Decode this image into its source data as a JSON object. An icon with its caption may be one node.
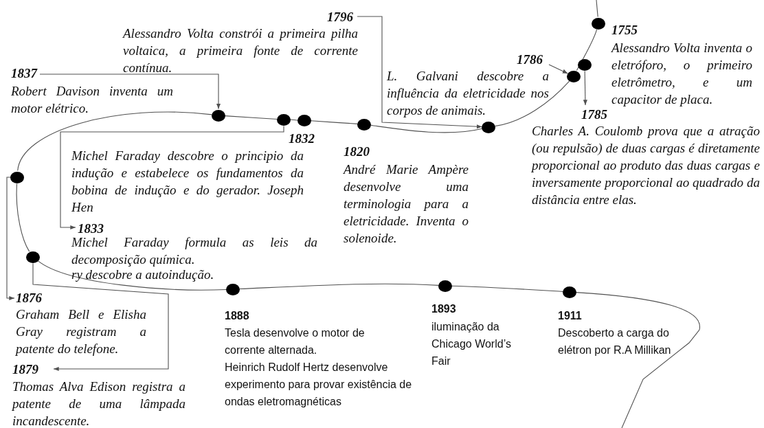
{
  "diagram": {
    "nodes": [
      {
        "text": [],
        "shape": "circle"
      },
      {
        "text": [
          "1755",
          "Alessandro Volta inventa o eletróforo, o primeiro eletrômetro, e um capacitor de placa."
        ]
      },
      {
        "text": [],
        "shape": "circle"
      },
      {
        "text": [
          "1785",
          "Charles A. Coulomb prova que a atração (ou repulsão) de duas cargas é diretamente proporcional ao produto das duas cargas e inversamente proporcional ao quadrado da distância entre elas."
        ]
      },
      {
        "text": [],
        "shape": "circle"
      },
      {
        "text": [
          "1786"
        ]
      },
      {
        "text": [],
        "shape": "circle"
      },
      {
        "text": [
          "1796"
        ]
      },
      {
        "text": [],
        "shape": "circle"
      },
      {
        "text": [
          "1820",
          "André Marie Ampère desenvolve uma terminologia para a eletricidade. Inventa o solenoide."
        ]
      },
      {
        "text": [],
        "shape": "circle"
      },
      {
        "text": [
          "1832",
          "Michel Faraday descobre o principio da indução e estabelece os fundamentos da bobina de indução e do gerador. Joseph Hen"
        ]
      },
      {
        "text": [],
        "shape": "circle"
      },
      {
        "text": [
          "1833",
          "Michel Faraday formula as leis da decomposição química.",
          "ry descobre a autoindução."
        ]
      },
      {
        "text": [],
        "shape": "circle"
      },
      {
        "text": [
          "Alessandro Volta constrói a primeira pilha voltaica, a primeira fonte de corrente contínua."
        ]
      },
      {
        "text": [
          "1837",
          "Robert Davison inventa um motor elétrico."
        ]
      },
      {
        "text": [],
        "shape": "circle"
      },
      {
        "text": [
          "1876",
          "Graham Bell e Elisha Gray registram a patente do telefone."
        ]
      },
      {
        "text": [],
        "shape": "circle"
      },
      {
        "text": [
          "1879",
          "Thomas Alva Edison registra a patente de uma lâmpada incandescente."
        ]
      },
      {
        "text": [],
        "shape": "circle"
      },
      {
        "text": [
          "1888",
          "Tesla desenvolve o motor de corrente alternada.",
          "Heinrich Rudolf Hertz desenvolve experimento para provar existência de ondas eletromagnéticas"
        ]
      },
      {
        "text": [],
        "shape": "circle"
      },
      {
        "text": [
          "1893",
          "iluminação da Chicago World’s Fair"
        ]
      },
      {
        "text": [],
        "shape": "circle"
      },
      {
        "text": [
          "1911",
          "Descoberto a carga do elétron por R.A Millikan"
        ]
      }
    ],
    "edges": [
      {
        "from": null,
        "to": 0,
        "arrow": "none"
      },
      {
        "from": 0,
        "to": 4,
        "arrow": "none"
      },
      {
        "from": 4,
        "to": 6,
        "arrow": "none"
      },
      {
        "from": 6,
        "to": 8,
        "arrow": "none"
      },
      {
        "from": 8,
        "to": 10,
        "arrow": "none"
      },
      {
        "from": 10,
        "to": 12,
        "arrow": "none"
      },
      {
        "from": 12,
        "to": 14,
        "arrow": "none"
      },
      {
        "from": 14,
        "to": 17,
        "arrow": "none"
      },
      {
        "from": 17,
        "to": 19,
        "arrow": "none"
      },
      {
        "from": 19,
        "to": 21,
        "arrow": "none"
      },
      {
        "from": 21,
        "to": 23,
        "arrow": "none"
      },
      {
        "from": 23,
        "to": 25,
        "arrow": "none"
      },
      {
        "from": 25,
        "to": null,
        "arrow": "none"
      },
      {
        "from": 2,
        "to": 3,
        "arrow": "to"
      },
      {
        "from": 5,
        "to": 4,
        "arrow": "to"
      },
      {
        "from": 7,
        "to": 6,
        "arrow": "to"
      },
      {
        "from": 12,
        "to": 13,
        "arrow": "to"
      },
      {
        "from": 16,
        "to": 14,
        "arrow": "to"
      },
      {
        "from": 17,
        "to": 18,
        "arrow": "to"
      },
      {
        "from": 19,
        "to": 20,
        "arrow": "to"
      }
    ],
    "labels": [
      "L. Galvani descobre a influência da eletricidade nos corpos de animais."
    ]
  }
}
